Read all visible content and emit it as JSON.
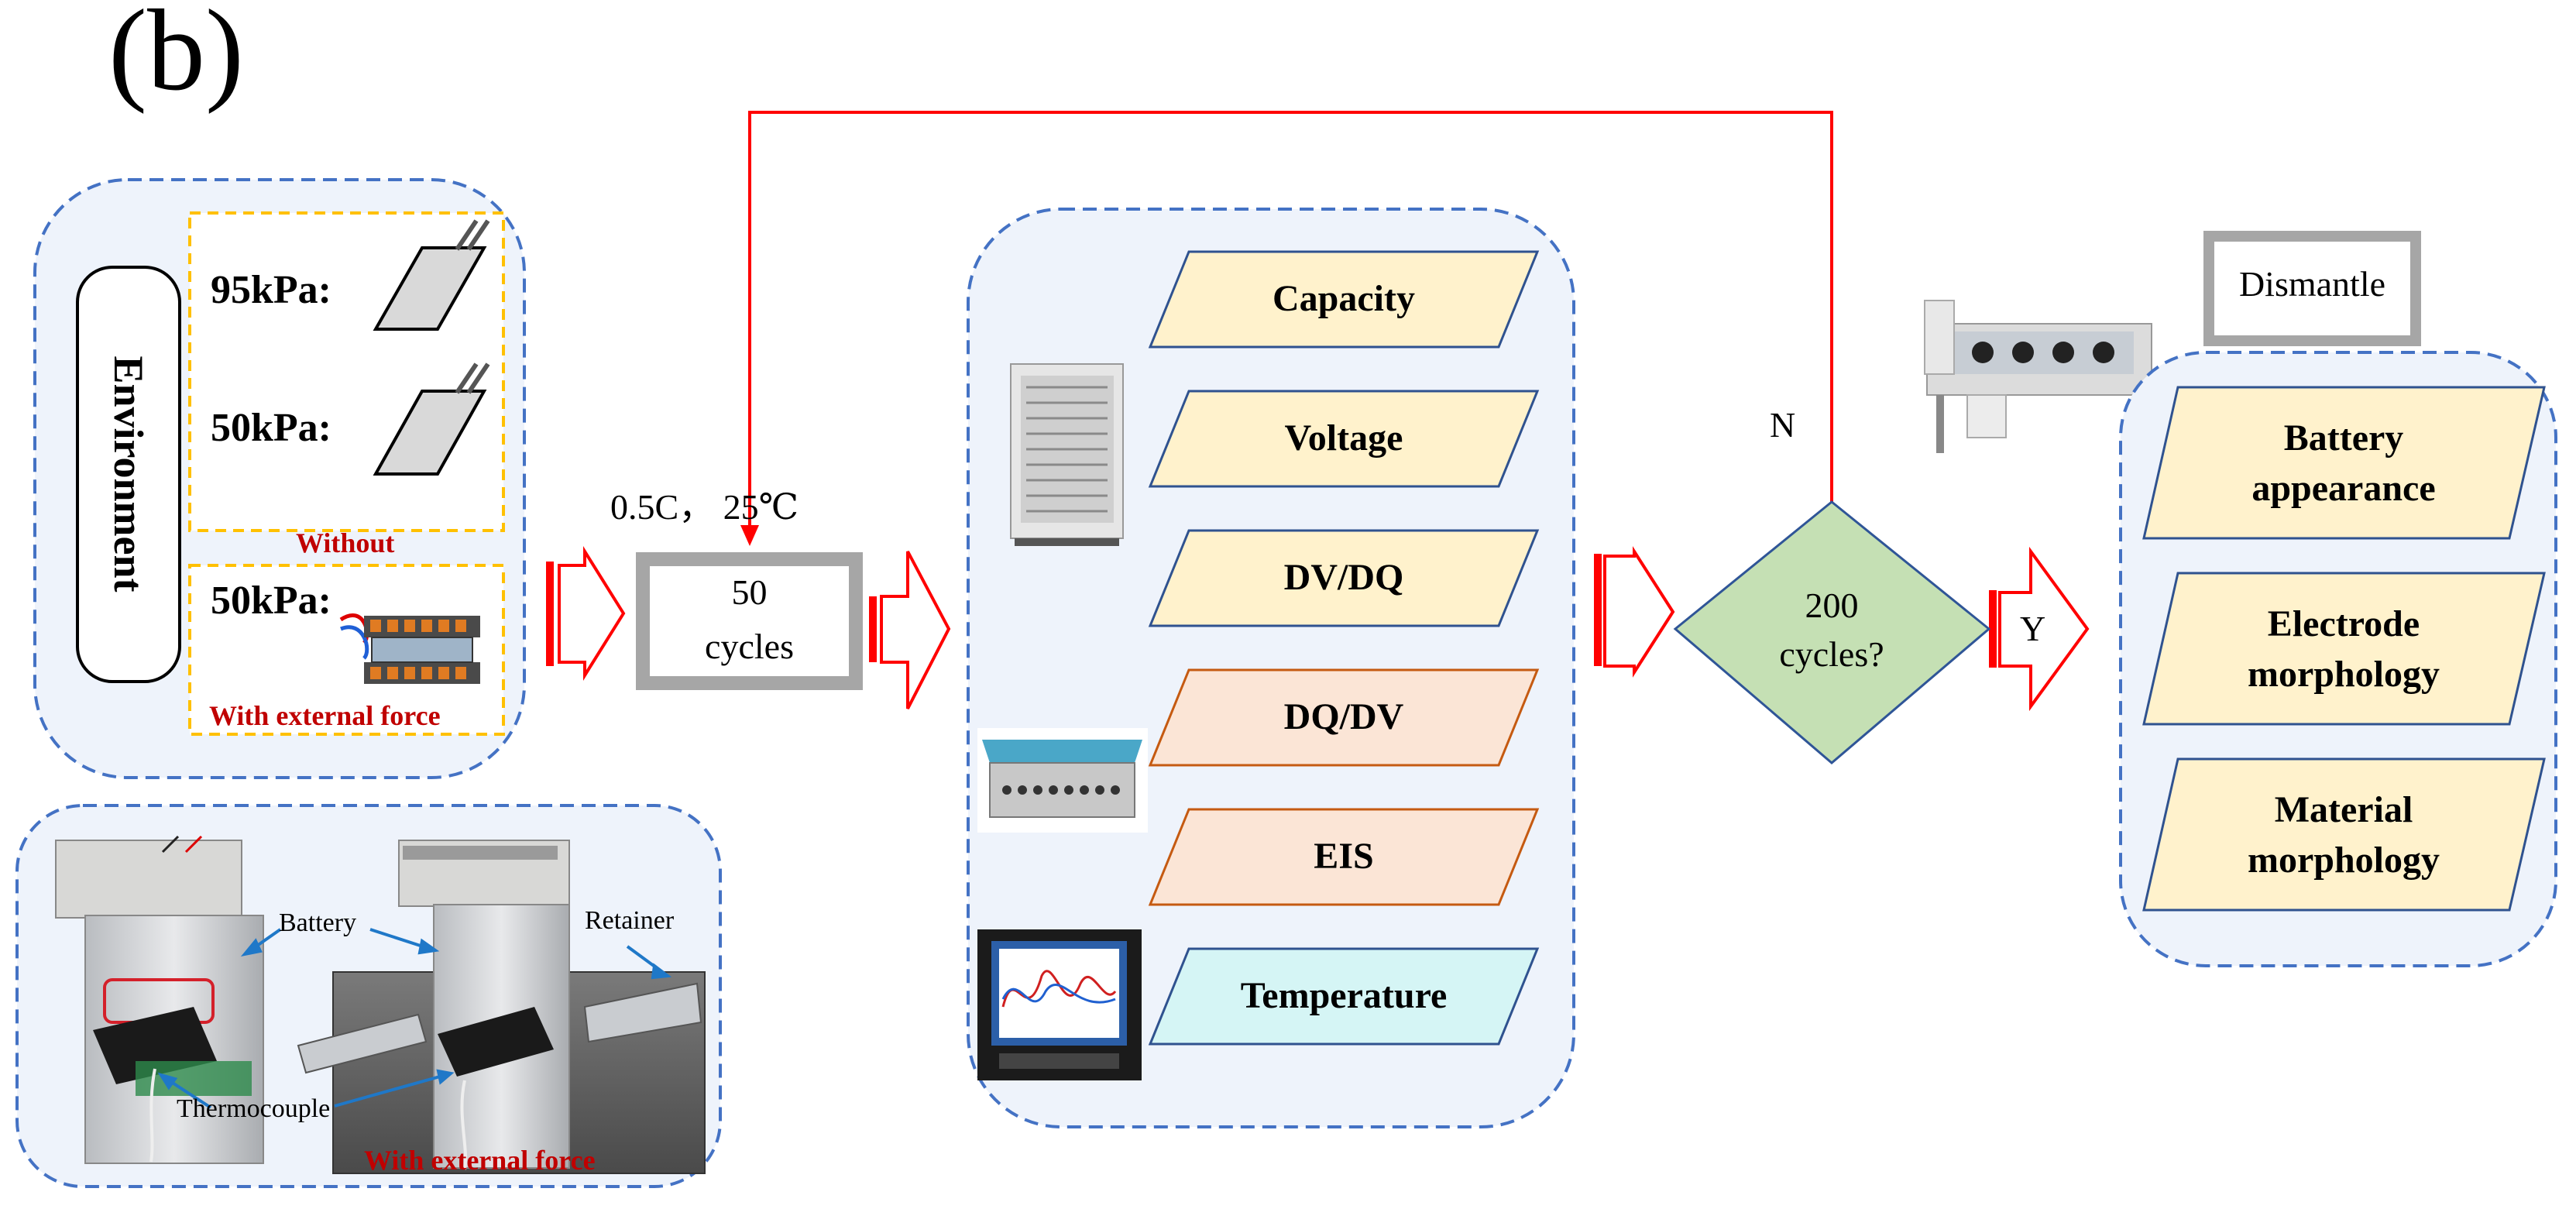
{
  "panel_label": "(b)",
  "environment": {
    "label": "Environment",
    "conditions": [
      "95kPa:",
      "50kPa:",
      "50kPa:"
    ],
    "without_label": "Without",
    "with_force_label": "With external force"
  },
  "photo": {
    "battery_label": "Battery",
    "retainer_label": "Retainer",
    "thermocouple_label": "Thermocouple",
    "with_force_label": "With external force"
  },
  "cycling": {
    "condition_label": "0.5C， 25℃",
    "cycles_line1": "50",
    "cycles_line2": "cycles"
  },
  "measurements": {
    "items": [
      "Capacity",
      "Voltage",
      "DV/DQ",
      "DQ/DV",
      "EIS",
      "Temperature"
    ],
    "colors": [
      "#fff2cc",
      "#fff2cc",
      "#fff2cc",
      "#fbe5d6",
      "#fbe5d6",
      "#d5f5f5"
    ]
  },
  "decision": {
    "line1": "200",
    "line2": "cycles?",
    "no_label": "N",
    "yes_label": "Y",
    "fill_color": "#c5e0b4"
  },
  "dismantle": {
    "label": "Dismantle",
    "items": [
      {
        "line1": "Battery",
        "line2": "appearance"
      },
      {
        "line1": "Electrode",
        "line2": "morphology"
      },
      {
        "line1": "Material",
        "line2": "morphology"
      }
    ]
  },
  "colors": {
    "panel_fill": "#eef3fb",
    "panel_border": "#4472c4",
    "accent_red": "#ff0000",
    "box_gray": "#a6a6a6",
    "dashed_yellow": "#ffc000"
  }
}
